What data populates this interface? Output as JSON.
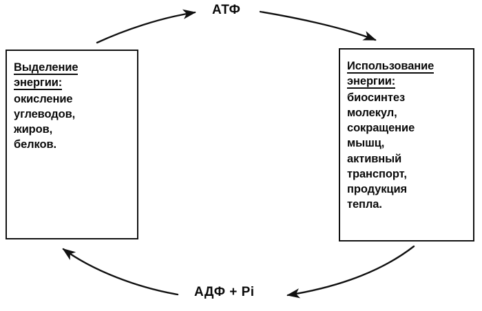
{
  "diagram": {
    "title_top": "АТФ",
    "title_bottom": "АДФ + Pi",
    "stroke_color": "#111111",
    "text_color": "#0a0a0a",
    "background": "#ffffff"
  },
  "boxes": {
    "release": {
      "heading_line1": "Выделение",
      "heading_line2": "энергии:",
      "body": [
        "окисление",
        "углеводов,",
        "жиров,",
        "белков."
      ]
    },
    "usage": {
      "heading_line1": "Использование",
      "heading_line2": "энергии:",
      "body": [
        "биосинтез",
        "молекул,",
        "сокращение",
        "мышц,",
        "активный",
        "транспорт,",
        "продукция",
        "тепла."
      ]
    }
  },
  "arrows": [
    {
      "name": "release-to-atp",
      "from": "box-release",
      "to": "label-atp",
      "direction": "up-right"
    },
    {
      "name": "atp-to-usage",
      "from": "label-atp",
      "to": "box-usage",
      "direction": "down-right"
    },
    {
      "name": "usage-to-adp",
      "from": "box-usage",
      "to": "label-adp",
      "direction": "down-left"
    },
    {
      "name": "adp-to-release",
      "from": "label-adp",
      "to": "box-release",
      "direction": "up-left"
    }
  ]
}
